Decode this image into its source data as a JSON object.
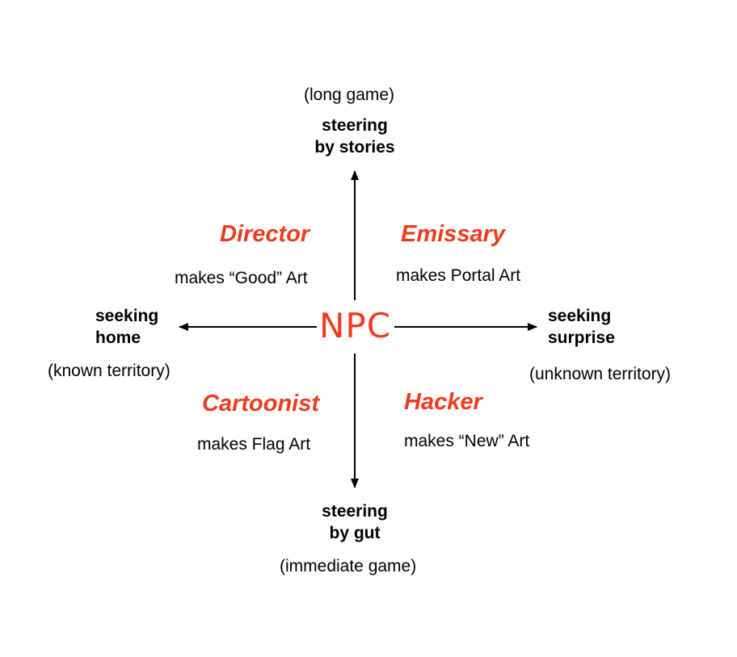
{
  "center_label": "NPC",
  "axes": {
    "top": {
      "note": "(long game)",
      "lines": [
        "steering",
        "by stories"
      ]
    },
    "bottom": {
      "lines": [
        "steering",
        "by gut"
      ],
      "note": "(immediate game)"
    },
    "left": {
      "lines": [
        "seeking",
        "home"
      ],
      "note": "(known territory)"
    },
    "right": {
      "lines": [
        "seeking",
        "surprise"
      ],
      "note": "(unknown territory)"
    }
  },
  "quadrants": [
    {
      "role": "Director",
      "description": "makes “Good” Art"
    },
    {
      "role": "Emissary",
      "description": "makes Portal Art"
    },
    {
      "role": "Cartoonist",
      "description": "makes Flag Art"
    },
    {
      "role": "Hacker",
      "description": "makes “New” Art"
    }
  ],
  "colors": {
    "accent": "#ee3b1d",
    "text": "#000000",
    "background": "#ffffff"
  }
}
